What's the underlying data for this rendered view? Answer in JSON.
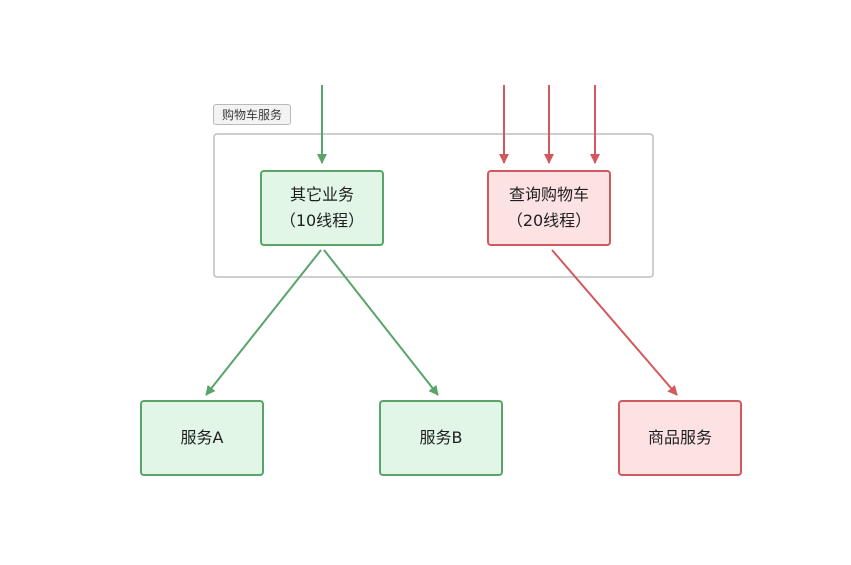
{
  "group": {
    "label": "购物车服务"
  },
  "nodes": {
    "other_business": {
      "line1": "其它业务",
      "line2": "（10线程）"
    },
    "query_cart": {
      "line1": "查询购物车",
      "line2": "（20线程）"
    },
    "service_a": {
      "label": "服务A"
    },
    "service_b": {
      "label": "服务B"
    },
    "product_service": {
      "label": "商品服务"
    }
  },
  "colors": {
    "green_fill": "#e1f6e6",
    "green_stroke": "#5aa46a",
    "red_fill": "#fde2e4",
    "red_stroke": "#d2595e",
    "group_border": "#bdbdbd"
  }
}
